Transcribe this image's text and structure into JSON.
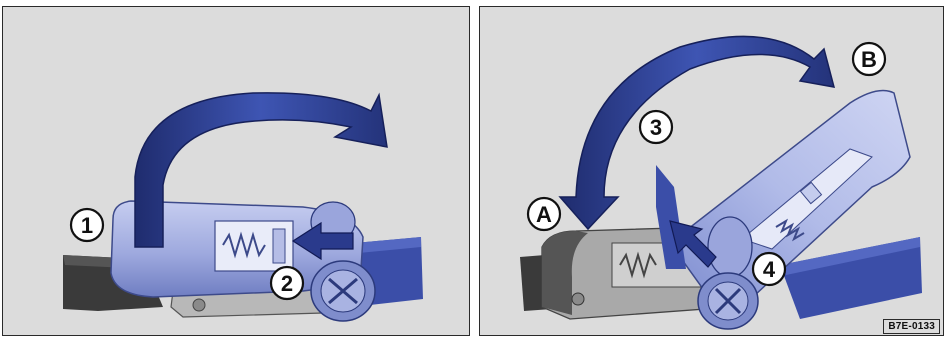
{
  "figure": {
    "left_panel": {
      "callouts": [
        "1",
        "2"
      ]
    },
    "right_panel": {
      "callouts": [
        "3",
        "A",
        "B",
        "4"
      ]
    },
    "reference_code": "B7E-0133"
  },
  "colors": {
    "panel_background": "#dcdcdc",
    "arrow_blue": "#2e3f8e",
    "buckle_light_blue": "#aab4e2",
    "buckle_mid_blue": "#7f8dcc",
    "strap_blue": "#3b4ea8",
    "strap_dark": "#3a3a3a",
    "callout_fill": "#ffffff"
  }
}
